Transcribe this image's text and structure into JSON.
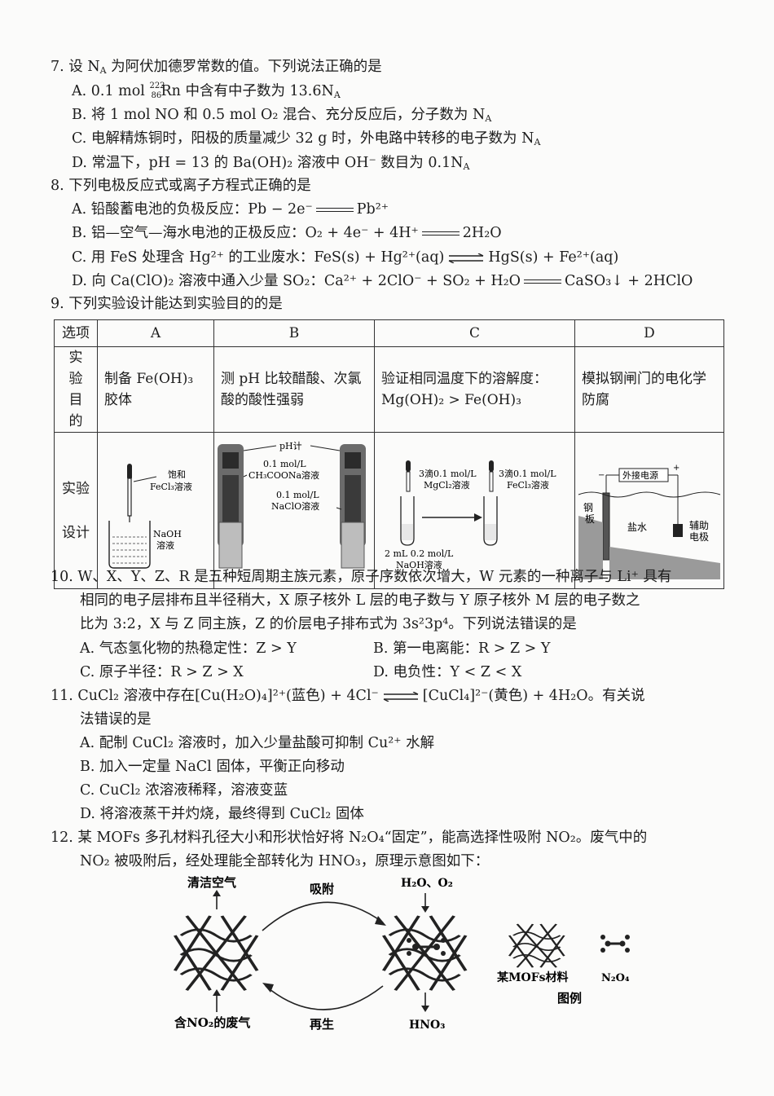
{
  "q7": {
    "stem": "7. 设 N",
    "stem_sub": "A",
    "stem_tail": " 为阿伏加德罗常数的值。下列说法正确的是",
    "a_pre": "A. 0.1 mol ",
    "a_mass": "222",
    "a_atomic": "86",
    "a_elem": "Rn",
    "a_post": " 中含有中子数为 13.6N",
    "b": "B. 将 1 mol NO 和 0.5 mol O₂ 混合、充分反应后，分子数为 N",
    "c": "C. 电解精炼铜时，阳极的质量减少 32 g 时，外电路中转移的电子数为 N",
    "d": "D. 常温下，pH = 13 的 Ba(OH)₂ 溶液中 OH⁻ 数目为 0.1N"
  },
  "q8": {
    "stem": "8. 下列电极反应式或离子方程式正确的是",
    "a_l": "A. 铅酸蓄电池的负极反应：Pb − 2e⁻",
    "a_r": "Pb²⁺",
    "b_l": "B. 铝—空气—海水电池的正极反应：O₂ + 4e⁻ + 4H⁺",
    "b_r": "2H₂O",
    "c_l": "C. 用 FeS 处理含 Hg²⁺ 的工业废水：FeS(s) + Hg²⁺(aq)",
    "c_r": "HgS(s) + Fe²⁺(aq)",
    "d_l": "D. 向 Ca(ClO)₂ 溶液中通入少量 SO₂：Ca²⁺ + 2ClO⁻ + SO₂ + H₂O",
    "d_r": "CaSO₃↓ + 2HClO"
  },
  "q9": {
    "stem": "9. 下列实验设计能达到实验目的的是",
    "table": {
      "header": [
        "选项",
        "A",
        "B",
        "C",
        "D"
      ],
      "purpose_label": "实验目的",
      "purposes": [
        "制备 Fe(OH)₃ 胶体",
        "测 pH 比较醋酸、次氯酸的酸性强弱",
        "验证相同温度下的溶解度：Mg(OH)₂ > Fe(OH)₃",
        "模拟钢闸门的电化学防腐"
      ],
      "design_label_1": "实验",
      "design_label_2": "设计",
      "a_labels": [
        "饱和",
        "FeCl₃溶液",
        "NaOH",
        "溶液"
      ],
      "b_labels": [
        "pH计",
        "0.1 mol/L",
        "CH₃COONa溶液",
        "0.1 mol/L",
        "NaClO溶液"
      ],
      "c_labels": [
        "3滴0.1 mol/L",
        "MgCl₂溶液",
        "3滴0.1 mol/L",
        "FeCl₃溶液",
        "2 mL 0.2 mol/L",
        "NaOH溶液"
      ],
      "d_labels": [
        "外接电源",
        "钢",
        "板",
        "盐水",
        "辅助",
        "电极"
      ]
    }
  },
  "q10": {
    "l1": "10. W、X、Y、Z、R 是五种短周期主族元素，原子序数依次增大，W 元素的一种离子与 Li⁺ 具有",
    "l2": "相同的电子层排布且半径稍大，X 原子核外 L 层的电子数与 Y 原子核外 M 层的电子数之",
    "l3": "比为 3:2，X 与 Z 同主族，Z 的价层电子排布式为 3s²3p⁴。下列说法错误的是",
    "a": "A. 气态氢化物的热稳定性：Z > Y",
    "b": "B. 第一电离能：R > Z > Y",
    "c": "C. 原子半径：R > Z > X",
    "d": "D. 电负性：Y < Z < X"
  },
  "q11": {
    "l1_l": "11. CuCl₂ 溶液中存在[Cu(H₂O)₄]²⁺(蓝色) + 4Cl⁻",
    "l1_r": "[CuCl₄]²⁻(黄色) + 4H₂O。有关说",
    "l2": "法错误的是",
    "a": "A. 配制 CuCl₂ 溶液时，加入少量盐酸可抑制 Cu²⁺ 水解",
    "b": "B. 加入一定量 NaCl 固体，平衡正向移动",
    "c": "C. CuCl₂ 浓溶液稀释，溶液变蓝",
    "d": "D. 将溶液蒸干并灼烧，最终得到 CuCl₂ 固体"
  },
  "q12": {
    "l1": "12. 某 MOFs 多孔材料孔径大小和形状恰好将 N₂O₄“固定”，能高选择性吸附 NO₂。废气中的",
    "l2": "NO₂ 被吸附后，经处理能全部转化为 HNO₃，原理示意图如下：",
    "diagram": {
      "clean_air": "清洁空气",
      "adsorb": "吸附",
      "h2o_o2": "H₂O、O₂",
      "waste_gas": "含NO₂的废气",
      "regenerate": "再生",
      "hno3": "HNO₃",
      "legend_mof": "某MOFs材料",
      "legend_n2o4": "N₂O₄",
      "legend_title": "图例"
    }
  }
}
